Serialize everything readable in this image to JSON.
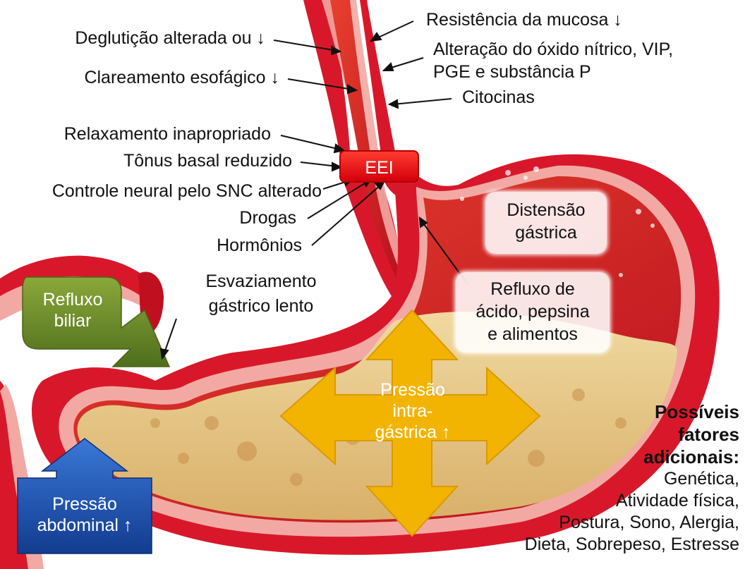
{
  "labels_left": {
    "deglutition": "Deglutição alterada ou ↓",
    "clearance": "Clareamento esofágico ↓",
    "relaxation": "Relaxamento inapropriado",
    "tonus": "Tônus basal reduzido",
    "neural": "Controle neural pelo SNC alterado",
    "drugs": "Drogas",
    "hormones": "Hormônios"
  },
  "labels_right": {
    "mucosa": "Resistência da mucosa ↓",
    "nitric_line1": "Alteração do óxido nítrico, VIP,",
    "nitric_line2": "PGE e substância P",
    "cytokines": "Citocinas"
  },
  "eei": "EEI",
  "emptying": {
    "line1": "Esvaziamento",
    "line2": "gástrico lento"
  },
  "distension": {
    "line1": "Distensão",
    "line2": "gástrica"
  },
  "reflux_acid": {
    "line1": "Refluxo de",
    "line2": "ácido, pepsina",
    "line3": "e alimentos"
  },
  "bile_reflux": {
    "line1": "Refluxo",
    "line2": "biliar"
  },
  "pressure_intra": {
    "line1": "Pressão",
    "line2": "intra-",
    "line3": "gástrica ↑"
  },
  "pressure_abdominal": {
    "line1": "Pressão",
    "line2": "abdominal ↑"
  },
  "factors": {
    "title_line1": "Possíveis",
    "title_line2": "fatores",
    "title_line3": "adicionais:",
    "items_line1": "Genética,",
    "items_line2": "Atividade física,",
    "items_line3": "Postura, Sono, Alergia,",
    "items_line4": "Dieta, Sobrepeso, Estresse"
  },
  "colors": {
    "tissue": "#d8182a",
    "lining": "#f2a9a3",
    "contents": "#e8c98a",
    "eei_box": "#e8000f",
    "bile_arrow": "#6e8f2a",
    "pressure_arrow": "#f2b400",
    "abdominal_arrow": "#1e4fb0"
  }
}
